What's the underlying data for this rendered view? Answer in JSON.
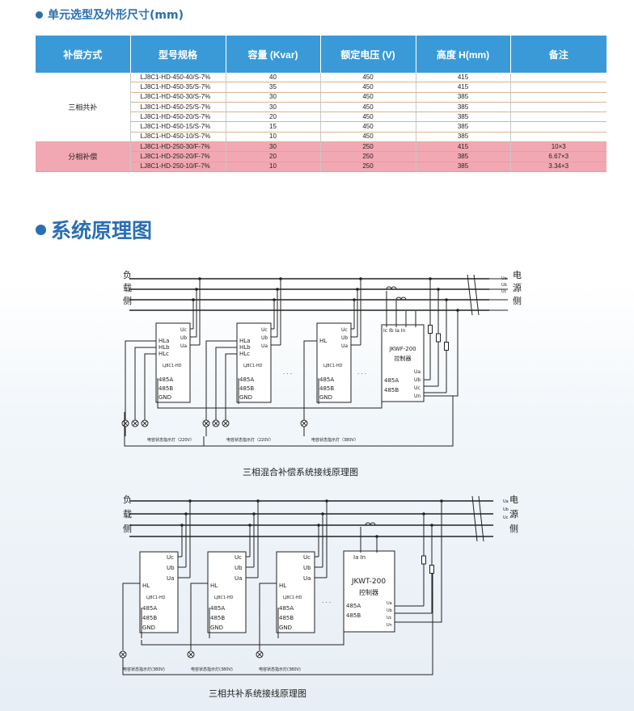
{
  "section1": {
    "title": "单元选型及外形尺寸(mm)"
  },
  "table": {
    "headers": [
      "补偿方式",
      "型号规格",
      "容量 (Kvar)",
      "额定电压 (V)",
      "高度 H(mm)",
      "备注"
    ],
    "groups": [
      {
        "name": "三相共补",
        "rows": [
          [
            "LJ8C1-HD-450-40/S-7%",
            "40",
            "450",
            "415",
            ""
          ],
          [
            "LJ8C1-HD-450-35/S-7%",
            "35",
            "450",
            "415",
            ""
          ],
          [
            "LJ8C1-HD-450-30/S-7%",
            "30",
            "450",
            "385",
            ""
          ],
          [
            "LJ8C1-HD-450-25/S-7%",
            "30",
            "450",
            "385",
            ""
          ],
          [
            "LJ8C1-HD-450-20/S-7%",
            "20",
            "450",
            "385",
            ""
          ],
          [
            "LJ8C1-HD-450-15/S-7%",
            "15",
            "450",
            "385",
            ""
          ],
          [
            "LJ8C1-HD-450-10/S-7%",
            "10",
            "450",
            "385",
            ""
          ]
        ]
      },
      {
        "name": "分相补偿",
        "rows": [
          [
            "LJ8C1-HD-250-30/F-7%",
            "30",
            "250",
            "415",
            "10×3"
          ],
          [
            "LJ8C1-HD-250-20/F-7%",
            "20",
            "250",
            "385",
            "6.67×3"
          ],
          [
            "LJ8C1-HD-250-10/F-7%",
            "10",
            "250",
            "385",
            "3.34×3"
          ]
        ]
      }
    ]
  },
  "section2": {
    "title": "系统原理图"
  },
  "diagram1": {
    "caption": "三相混合补偿系统接线原理图",
    "load_side": [
      "负",
      "载",
      "侧"
    ],
    "source_side": [
      "电",
      "源",
      "侧"
    ],
    "phase_labels": [
      "Ua",
      "Ub",
      "Uc"
    ],
    "unit_terminals": [
      "Uc",
      "Ub",
      "Ua"
    ],
    "unit_model": "LJ8C1-HD",
    "unit_hl_split": [
      "HLa",
      "HLb",
      "HLc"
    ],
    "unit_hl": "HL",
    "unit_ports": [
      "485A",
      "485B",
      "GND"
    ],
    "ellipsis": "· · ·",
    "controller_name": "JKWF-200",
    "controller_sub": "控制器",
    "controller_top": "Ic  Ib  Ia  In",
    "controller_inputs": [
      "Ua",
      "Ub",
      "Uc",
      "Un"
    ],
    "controller_ports": [
      "485A",
      "485B"
    ],
    "lamp_labels": [
      "电容状态指示灯（220V）",
      "电容状态指示灯（220V）",
      "电容状态指示灯（380V）"
    ]
  },
  "diagram2": {
    "caption": "三相共补系统接线原理图",
    "load_side": [
      "负",
      "载",
      "侧"
    ],
    "source_side": [
      "电",
      "源",
      "侧"
    ],
    "phase_labels": [
      "Ua",
      "Ub",
      "Uc"
    ],
    "unit_terminals": [
      "Uc",
      "Ub",
      "Ua"
    ],
    "unit_model": "LJ8C1-HD",
    "unit_hl": "HL",
    "unit_ports": [
      "485A",
      "485B",
      "GND"
    ],
    "ellipsis": "· · ·",
    "controller_name": "JKWT-200",
    "controller_sub": "控制器",
    "controller_top": "Ia   In",
    "controller_inputs": [
      "Ua",
      "Ub",
      "Uc",
      "Un"
    ],
    "controller_ports": [
      "485A",
      "485B"
    ],
    "lamp_labels": [
      "电容状态指示灯(380V)",
      "电容状态指示灯(380V)",
      "电容状态指示灯(380V)"
    ]
  }
}
